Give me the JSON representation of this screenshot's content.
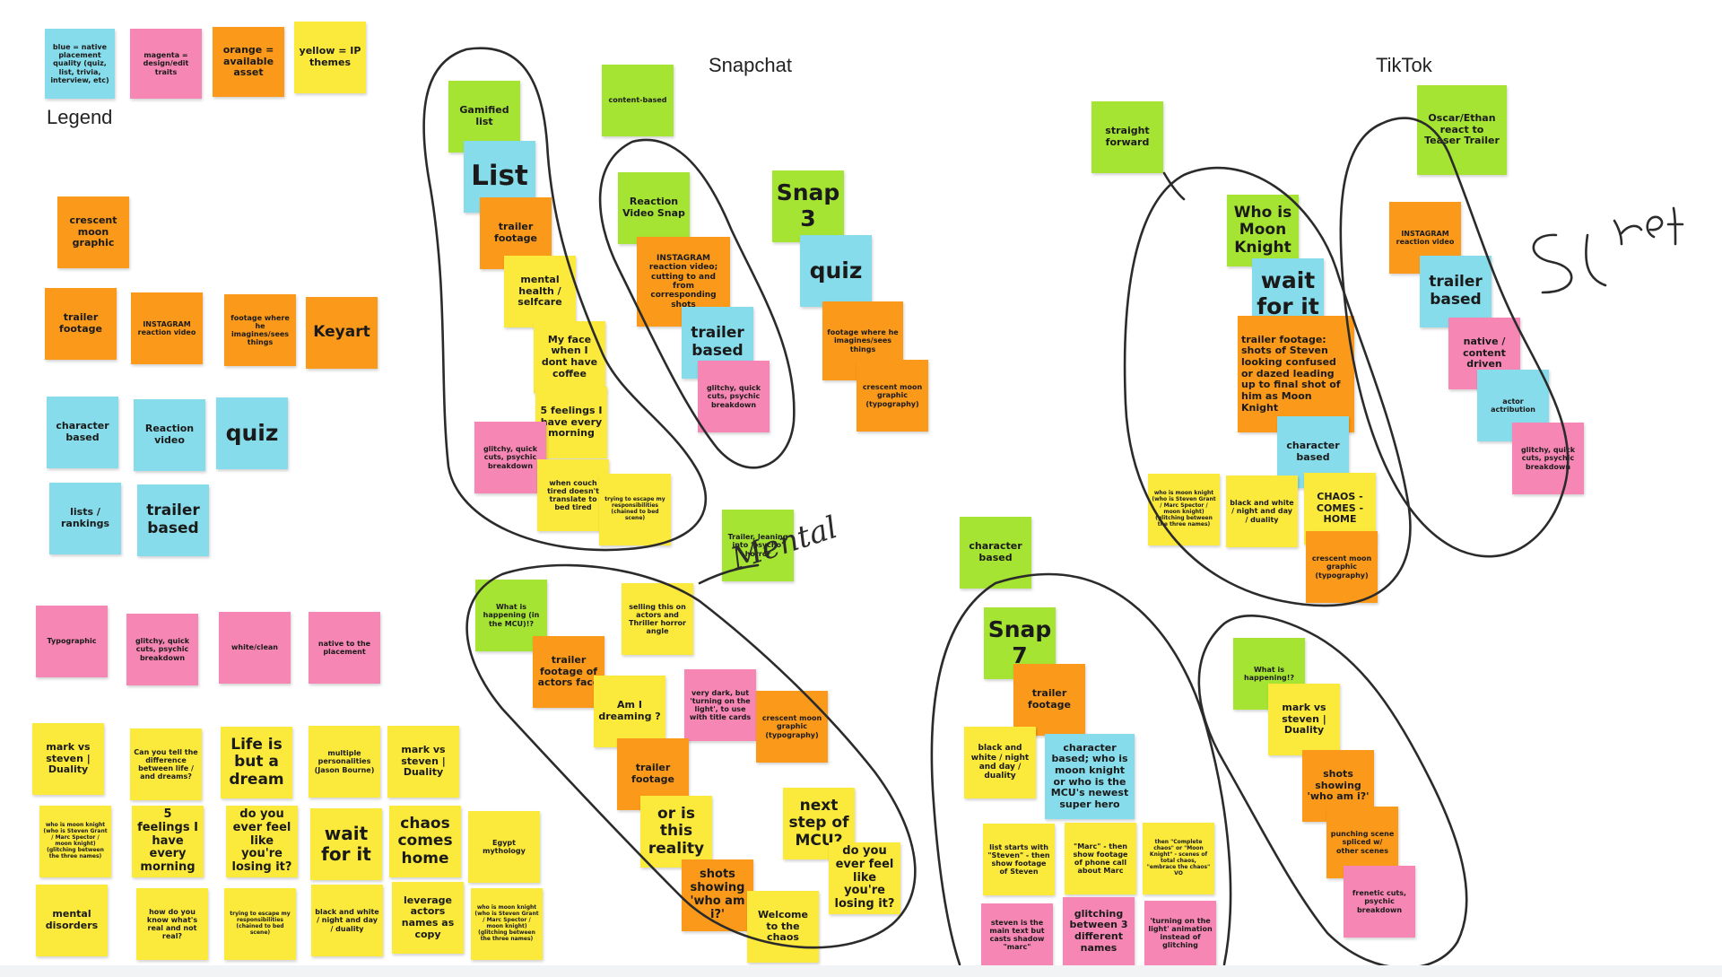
{
  "headings": {
    "legend": "Legend",
    "snapchat": "Snapchat",
    "tiktok": "TikTok"
  },
  "annotations": {
    "mental": "Mental",
    "slref": "SL ref"
  },
  "colors": {
    "blue": "#86dcea",
    "magenta": "#f687b4",
    "orange": "#fb9a1a",
    "yellow": "#fbea3c",
    "green": "#a6e433",
    "ink": "#2b2b2b"
  },
  "legend": {
    "blue": "blue = native placement quality (quiz, list, trivia, interview, etc)",
    "magenta": "magenta = design/edit traits",
    "orange": "orange = available asset",
    "yellow": "yellow = IP themes"
  },
  "notes": {
    "l1": "crescent moon graphic",
    "l2": "trailer footage",
    "l3": "INSTAGRAM reaction video",
    "l4": "footage where he imagines/sees things",
    "l5": "Keyart",
    "l6": "character based",
    "l7": "Reaction video",
    "l8": "quiz",
    "l9": "lists / rankings",
    "l10": "trailer based",
    "l11": "Typographic",
    "l12": "glitchy, quick cuts, psychic breakdown",
    "l13": "white/clean",
    "l14": "native to the placement",
    "l15": "mark vs steven | Duality",
    "l16": "Can you tell the difference between life / and dreams?",
    "l17": "Life is but a dream",
    "l18": "multiple personalities (Jason Bourne)",
    "l19": "mark vs steven | Duality",
    "l20": "who is moon knight (who is Steven Grant / Marc Spector / moon knight) (glitching between the three names)",
    "l21": "5 feelings I have every morning",
    "l22": "do you ever feel like you're losing it?",
    "l23": "wait for it",
    "l24": "chaos comes home",
    "l25": "Egypt mythology",
    "l26": "mental disorders",
    "l27": "how do you know what's real and not real?",
    "l28": "trying to escape my responsibilities (chained to bed scene)",
    "l29": "black and white / night and day / duality",
    "l30": "leverage actors names as copy",
    "l31": "who is moon knight (who is Steven Grant / Marc Spector / moon knight) (glitching between the three names)",
    "a1": "Gamified list",
    "a2": "List",
    "a3": "trailer footage",
    "a4": "mental health / selfcare",
    "a5": "My face when I dont have coffee",
    "a6": "5 feelings I have every morning",
    "a7": "glitchy, quick cuts, psychic breakdown",
    "a8": "when couch tired doesn't translate to bed tired",
    "a9": "trying to escape my responsibilities (chained to bed scene)",
    "b0": "content-based",
    "b1": "Reaction Video Snap",
    "b2": "INSTAGRAM reaction video; cutting to and from corresponding shots",
    "b3": "trailer based",
    "b4": "glitchy, quick cuts, psychic breakdown",
    "b5": "Snap 3",
    "b6": "quiz",
    "b7": "footage where he imagines/sees things",
    "b8": "crescent moon graphic (typography)",
    "c0": "Trailer, leaning into 'psycho' horror",
    "c1": "What is happening (in the MCU)!?",
    "c2": "selling this on actors and Thriller horror angle",
    "c3": "trailer footage of actors face",
    "c4": "Am I dreaming ?",
    "c5": "very dark, but 'turning on the light', to use with title cards",
    "c6": "crescent moon graphic (typography)",
    "c7": "trailer footage",
    "c8": "or is this reality",
    "c9": "next step of MCU?",
    "c10": "do you ever feel like you're losing it?",
    "c11": "shots showing 'who am i?'",
    "c12": "Welcome to the chaos",
    "d0": "straight forward",
    "d1": "Who is Moon Knight",
    "d2": "wait for it",
    "d3": "trailer footage: shots of Steven looking confused or dazed leading up to final shot of him as Moon Knight",
    "d4": "character based",
    "d5": "who is moon knight (who is Steven Grant / Marc Spector / moon knight) (glitching between the three names)",
    "d6": "black and white / night and day / duality",
    "d7": "CHAOS - COMES - HOME",
    "d8": "crescent moon graphic (typography)",
    "e1": "Oscar/Ethan react to Teaser Trailer",
    "e2": "INSTAGRAM reaction video",
    "e3": "trailer based",
    "e4": "native / content driven",
    "e5": "actor actribution",
    "e6": "glitchy, quick cuts, psychic breakdown",
    "f0": "character based",
    "f1": "Snap 7",
    "f2": "trailer footage",
    "f3": "black and white / night and day / duality",
    "f4": "character based; who is moon knight or who is the MCU's newest super hero",
    "f5": "list starts with \"Steven\" - then show footage of Steven",
    "f6": "\"Marc\" - then show footage of phone call about Marc",
    "f7": "then \"Complete chaos\" or \"Moon Knight\" - scenes of total chaos, \"embrace the chaos\" VO",
    "f8": "steven is the main text but casts shadow \"marc\"",
    "f9": "glitching between 3 different names",
    "f10": "'turning on the light' animation instead of glitching",
    "g1": "What is happening!?",
    "g2": "mark vs steven | Duality",
    "g3": "shots showing 'who am i?'",
    "g4": "punching scene spliced w/ other scenes",
    "g5": "frenetic cuts, psychic breakdown"
  }
}
